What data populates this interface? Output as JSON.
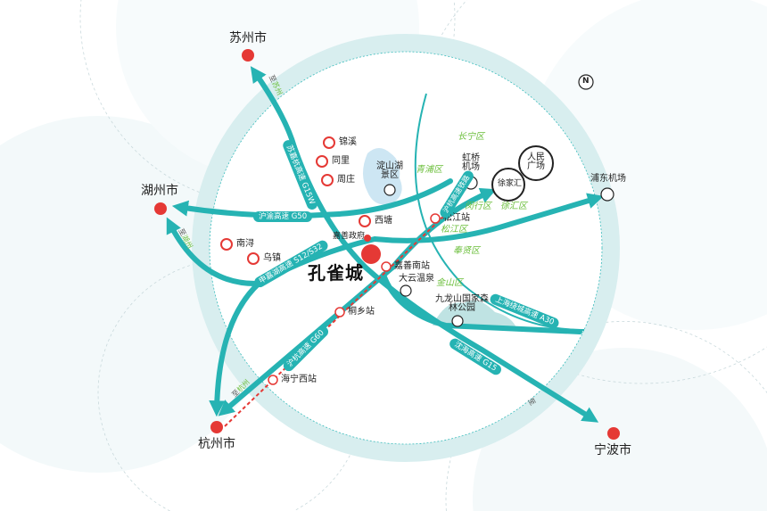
{
  "title": "孔雀城区位图",
  "colors": {
    "road": "#26b3b3",
    "rail": "#e53935",
    "district": "#6cbf3c",
    "ring": "#d8eeef",
    "marker": "#e53935"
  },
  "project": {
    "name": "孔雀城"
  },
  "cities": {
    "suzhou": "苏州市",
    "huzhou": "湖州市",
    "hangzhou": "杭州市",
    "ningbo": "宁波市"
  },
  "airports": {
    "pudong": "浦东机场",
    "hongqiao": "虹桥机场"
  },
  "landmarks": {
    "renmin": "人民广场",
    "xujiahui": "徐家汇",
    "dianshan": "淀山湖景区",
    "jiushan": "九龙山国家森林公园",
    "dayun": "大云温泉",
    "gov": "嘉善政府"
  },
  "towns": {
    "jinxi": "锦溪",
    "tongli": "同里",
    "zhouzhuang": "周庄",
    "xitang": "西塘",
    "nanxun": "南浔",
    "wuzhen": "乌镇"
  },
  "stations": {
    "songjiang": "松江站",
    "jiashannan": "嘉善南站",
    "tongxiang": "桐乡站",
    "haining": "海宁西站"
  },
  "districts": {
    "changning": "长宁区",
    "qingpu": "青浦区",
    "minhang": "闵行区",
    "xuhui": "徐汇区",
    "songjiang": "松江区",
    "fengxian": "奉贤区",
    "jinshan": "金山区"
  },
  "roads": {
    "g50": "沪渝高速 G50",
    "g15w": "苏嘉杭高速 G15W",
    "s12": "申嘉湖高速 S12/S32",
    "g60": "沪杭高速 G60",
    "g15": "沈海高速 G15",
    "a30": "上海绕城高速 A30",
    "rail": "沪杭高速铁路"
  },
  "directions": {
    "to": "至",
    "suzhou": "苏州",
    "huzhou": "湖州",
    "hangzhou": "杭州"
  },
  "compass": "N"
}
